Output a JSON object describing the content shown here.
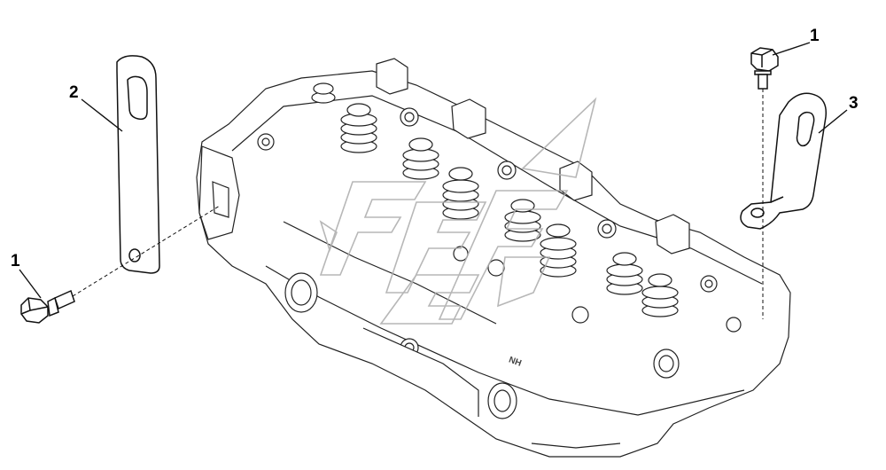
{
  "callouts": {
    "bolt_left": "1",
    "bolt_right": "1",
    "bracket_straight": "2",
    "bracket_bent": "3"
  },
  "logo_text": "NH"
}
